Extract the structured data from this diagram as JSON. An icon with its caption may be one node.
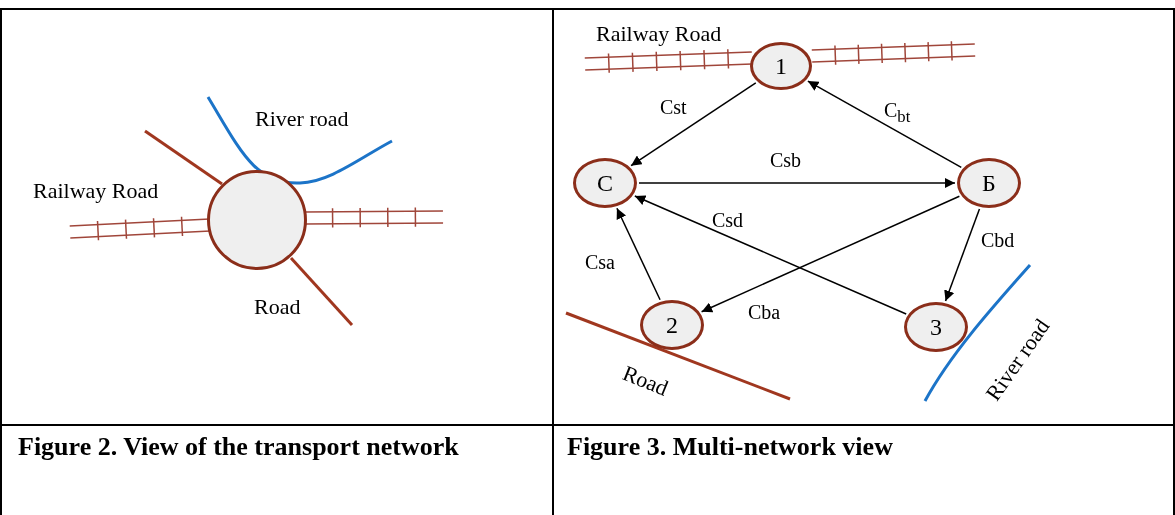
{
  "diagram": {
    "nodes": [
      {
        "text": [],
        "shape": "circle"
      },
      {
        "text": [
          "1"
        ]
      },
      {
        "text": [
          "C"
        ]
      },
      {
        "text": [
          "Б"
        ]
      },
      {
        "text": [
          "2"
        ]
      },
      {
        "text": [
          "3"
        ]
      }
    ],
    "edges": [
      {
        "from": 1,
        "to": 2,
        "arrow": "to",
        "label": "Cst"
      },
      {
        "from": 3,
        "to": 1,
        "arrow": "to",
        "label": "C$_{bt}$"
      },
      {
        "from": 2,
        "to": 3,
        "arrow": "to",
        "label": "Csb"
      },
      {
        "from": 5,
        "to": 2,
        "arrow": "to",
        "label": "Csd"
      },
      {
        "from": 3,
        "to": 5,
        "arrow": "to",
        "label": "Cbd"
      },
      {
        "from": 4,
        "to": 2,
        "arrow": "to",
        "label": "Csa"
      },
      {
        "from": 3,
        "to": 4,
        "arrow": "to",
        "label": "Cba"
      }
    ],
    "labels": [
      "River road",
      "Railway Road",
      "Road",
      "Railway Road",
      "Road",
      "River road",
      "Figure 2. View of the transport network",
      "Figure 3. Multi-network view"
    ]
  }
}
